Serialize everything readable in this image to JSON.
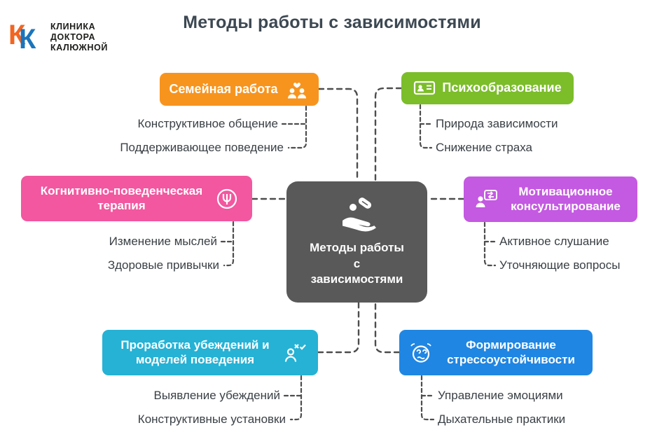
{
  "title": "Методы работы с зависимостями",
  "logo": {
    "k1": "К",
    "k2": "К",
    "line1": "КЛИНИКА",
    "line2": "ДОКТОРА",
    "line3": "КАЛЮЖНОЙ",
    "orange": "#F26522",
    "blue": "#1B75BC"
  },
  "center": {
    "color": "#595959",
    "icon": "hand-pills-icon",
    "line1": "Методы работы",
    "line2": "с",
    "line3": "зависимостями"
  },
  "connector_color": "#4D4D4D",
  "branches": [
    {
      "label": "Семейная работа",
      "color": "#F7941E",
      "icon": "family-heart-icon",
      "children": [
        "Конструктивное общение",
        "Поддерживающее поведение"
      ]
    },
    {
      "label": "Психообразование",
      "color": "#7CBD2A",
      "icon": "psychoeducation-board-icon",
      "children": [
        "Природа зависимости",
        "Снижение страха"
      ]
    },
    {
      "label": "Когнитивно-поведенческая терапия",
      "color": "#F2579F",
      "icon": "psi-therapy-icon",
      "children": [
        "Изменение мыслей",
        "Здоровые привычки"
      ]
    },
    {
      "label": "Мотивационное консультирование",
      "color": "#C459E2",
      "icon": "motivational-dialog-icon",
      "children": [
        "Активное слушание",
        "Уточняющие вопросы"
      ]
    },
    {
      "label": "Проработка убеждений и моделей поведения",
      "color": "#25B2D5",
      "icon": "beliefs-check-cross-icon",
      "children": [
        "Выявление убеждений",
        "Конструктивные установки"
      ]
    },
    {
      "label": "Формирование стрессоустойчивости",
      "color": "#1F86E3",
      "icon": "stress-dizzy-face-icon",
      "children": [
        "Управление эмоциями",
        "Дыхательные практики"
      ]
    }
  ]
}
